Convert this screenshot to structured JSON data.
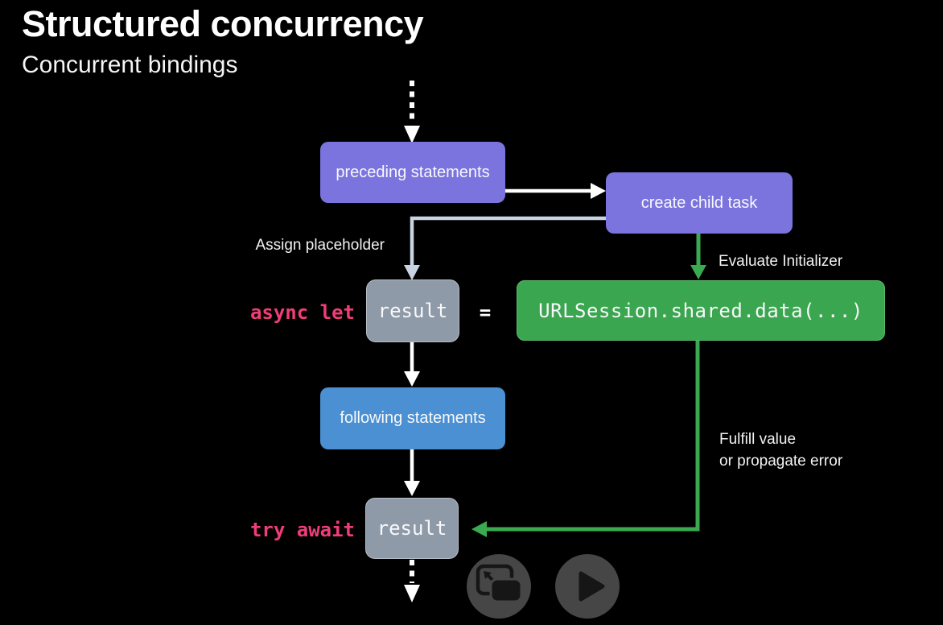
{
  "slide": {
    "title": "Structured concurrency",
    "subtitle": "Concurrent bindings"
  },
  "diagram": {
    "nodes": {
      "preceding": {
        "label": "preceding statements"
      },
      "create_child": {
        "label": "create child task"
      },
      "result_placeholder": {
        "label": "result"
      },
      "initializer": {
        "label": "URLSession.shared.data(...)"
      },
      "following": {
        "label": "following statements"
      },
      "result_await": {
        "label": "result"
      }
    },
    "code": {
      "async_let": "async let",
      "equals": "=",
      "try_await": "try await"
    },
    "labels": {
      "assign_placeholder": "Assign placeholder",
      "evaluate_initializer": "Evaluate Initializer",
      "fulfill_line1": "Fulfill value",
      "fulfill_line2": "or propagate error"
    },
    "colors": {
      "purple": "#7b74df",
      "blue": "#4a90d2",
      "green": "#3aa64f",
      "green_border": "#5cbb6b",
      "green_arrow": "#3aaa50",
      "gray": "#8f9aa8",
      "keyword_pink": "#ee3d77",
      "arrow_light": "#c9d4e2",
      "arrow_white": "#ffffff",
      "label_text": "#f2f2f4",
      "button_bg": "#464646",
      "button_icon": "#161616"
    },
    "icons": {
      "incoming_flow": "dashed-down-arrow",
      "outgoing_flow": "dashed-down-arrow"
    }
  },
  "player": {
    "pip_icon": "picture-in-picture-icon",
    "play_icon": "play-icon"
  }
}
